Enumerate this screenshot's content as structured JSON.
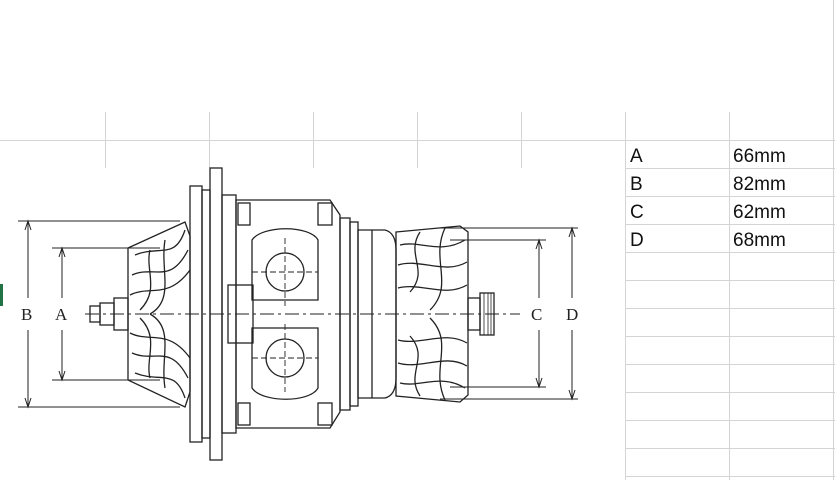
{
  "spreadsheet": {
    "rows": [
      {
        "label": "A",
        "value": "66mm"
      },
      {
        "label": "B",
        "value": "82mm"
      },
      {
        "label": "C",
        "value": "62mm"
      },
      {
        "label": "D",
        "value": "68mm"
      }
    ]
  },
  "drawing": {
    "dimension_letters": {
      "b": "B",
      "a": "A",
      "c": "C",
      "d": "D"
    }
  },
  "colors": {
    "gridline": "#d4d4d4",
    "selection": "#217346",
    "line_art": "#222222"
  }
}
